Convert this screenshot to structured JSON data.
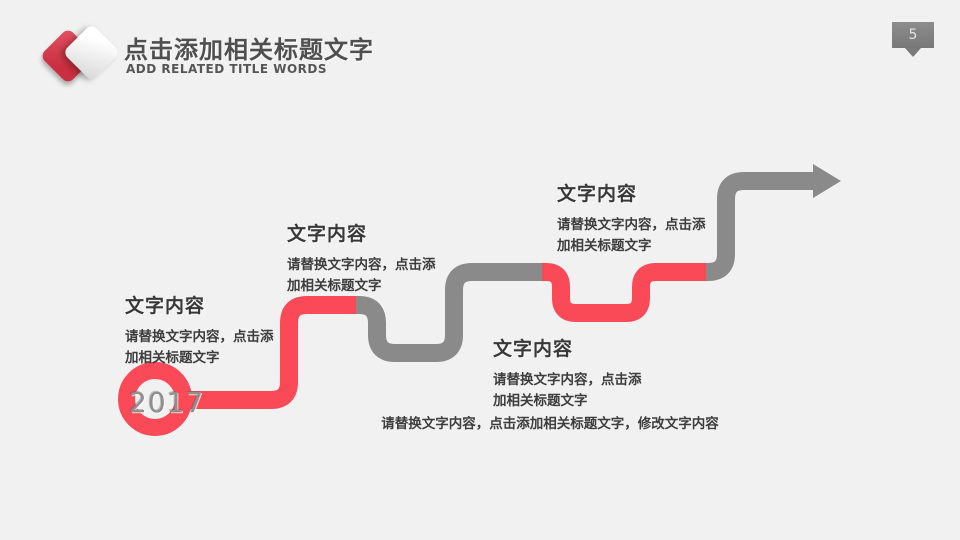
{
  "header": {
    "title": "点击添加相关标题文字",
    "subtitle": "ADD RELATED TITLE WORDS"
  },
  "page_number": "5",
  "timeline": {
    "year": "2017",
    "blocks": [
      {
        "heading": "文字内容",
        "line1": "请替换文字内容，点击添",
        "line2": "加相关标题文字"
      },
      {
        "heading": "文字内容",
        "line1": "请替换文字内容，点击添",
        "line2": "加相关标题文字"
      },
      {
        "heading": "文字内容",
        "line1": "请替换文字内容，点击添",
        "line2": "加相关标题文字"
      },
      {
        "heading": "文字内容",
        "line1": "请替换文字内容，点击添",
        "line2": "加相关标题文字"
      }
    ],
    "caption": "请替换文字内容，点击添加相关标题文字，修改文字内容"
  },
  "colors": {
    "path_red": "#fa4a57",
    "path_gray": "#8a8a8a",
    "logo_red": "#cf3748",
    "background": "#f1f1f1",
    "text_dark": "#3d3d3d",
    "badge_gray": "#7d7d7d",
    "year_gray": "#8f8f8f"
  }
}
